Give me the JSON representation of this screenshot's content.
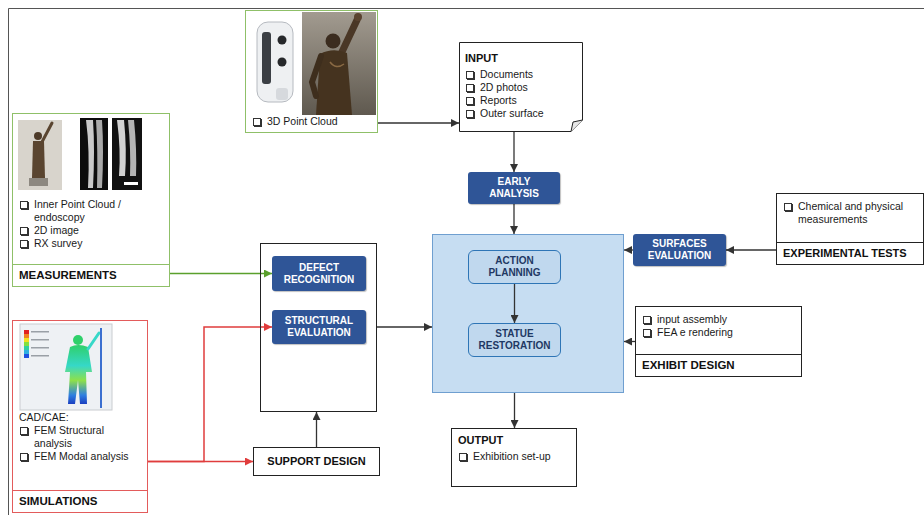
{
  "diagram": {
    "nodes": [
      {
        "text": [
          "3D Point Cloud"
        ]
      },
      {
        "text": [
          "INPUT",
          "Documents",
          "2D photos",
          "Reports",
          "Outer surface"
        ]
      },
      {
        "text": [
          "EARLY ANALYSIS"
        ]
      },
      {
        "text": [
          "Inner Point Cloud / endoscopy",
          "2D image",
          "RX survey",
          "MEASUREMENTS"
        ]
      },
      {
        "text": []
      },
      {
        "text": [
          "DEFECT RECOGNITION"
        ],
        "in": 4
      },
      {
        "text": [
          "STRUCTURAL EVALUATION"
        ],
        "in": 4
      },
      {
        "text": []
      },
      {
        "text": [
          "ACTION PLANNING"
        ],
        "in": 7
      },
      {
        "text": [
          "STATUE RESTORATION"
        ],
        "in": 7
      },
      {
        "text": [
          "SURFACES EVALUATION"
        ]
      },
      {
        "text": [
          "Chemical and physical measurements",
          "EXPERIMENTAL TESTS"
        ]
      },
      {
        "text": [
          "input assembly",
          "FEA e rendering",
          "EXHIBIT DESIGN"
        ]
      },
      {
        "text": [
          "CAD/CAE:",
          "FEM Structural analysis",
          "FEM Modal analysis",
          "SIMULATIONS"
        ]
      },
      {
        "text": [
          "SUPPORT DESIGN"
        ]
      },
      {
        "text": [
          "OUTPUT",
          "Exhibition set-up"
        ]
      }
    ],
    "edges": [
      {
        "from": 0,
        "to": 1,
        "arrow": "to"
      },
      {
        "from": 1,
        "to": 2,
        "arrow": "to"
      },
      {
        "from": 2,
        "to": 7,
        "arrow": "to"
      },
      {
        "from": 3,
        "to": 5,
        "arrow": "to"
      },
      {
        "from": 4,
        "to": 7,
        "arrow": "to"
      },
      {
        "from": 8,
        "to": 9,
        "arrow": "to"
      },
      {
        "from": 11,
        "to": 10,
        "arrow": "to"
      },
      {
        "from": 10,
        "to": 7,
        "arrow": "to"
      },
      {
        "from": 12,
        "to": 7,
        "arrow": "to"
      },
      {
        "from": 7,
        "to": 15,
        "arrow": "to"
      },
      {
        "from": 13,
        "to": 6,
        "arrow": "to"
      },
      {
        "from": 13,
        "to": 14,
        "arrow": "to"
      },
      {
        "from": 14,
        "to": 4,
        "arrow": "to"
      }
    ]
  }
}
